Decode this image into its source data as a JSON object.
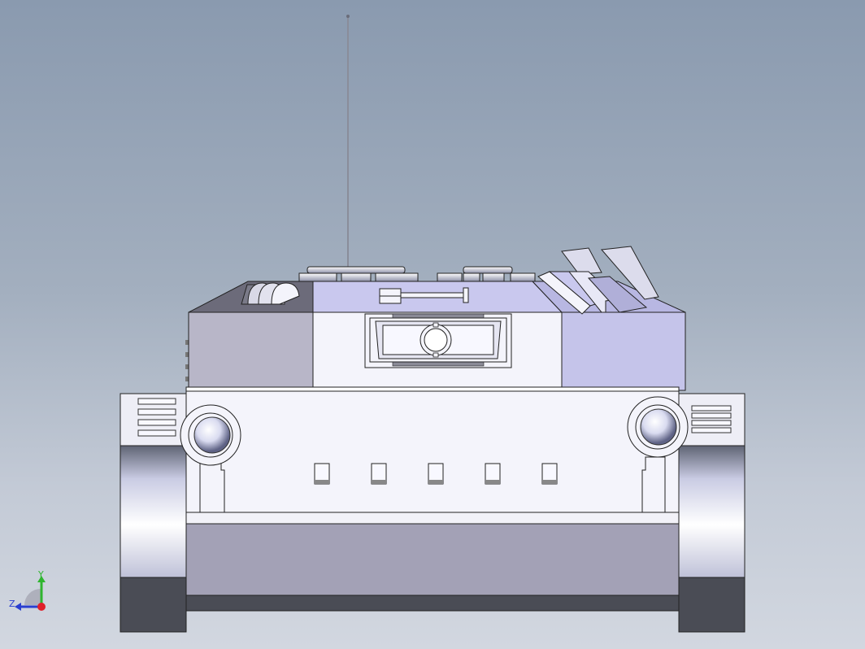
{
  "viewport": {
    "background_top": "#8a9aaf",
    "background_bottom": "#d2d7e0"
  },
  "model": {
    "icon": "tank-front-view-model"
  },
  "triad": {
    "x_color": "#e0202a",
    "y_color": "#2fb52f",
    "z_color": "#2a3fd0",
    "y_label": "Y",
    "z_label": "Z"
  }
}
